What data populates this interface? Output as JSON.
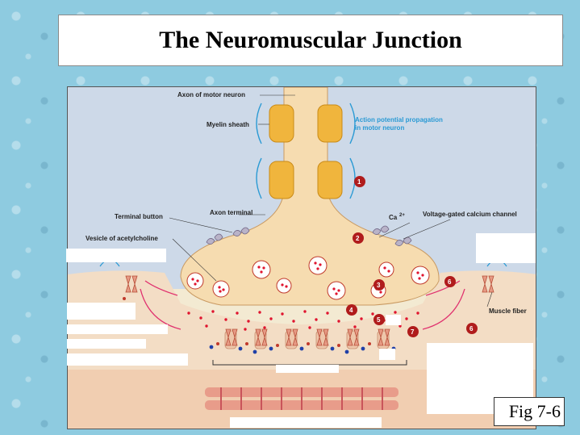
{
  "title": "The Neuromuscular Junction",
  "figure_label": "Fig 7-6",
  "labels": {
    "axon": "Axon of motor neuron",
    "myelin": "Myelin sheath",
    "ap_line1": "Action potential propagation",
    "ap_line2": "in motor neuron",
    "axon_terminal": "Axon terminal",
    "terminal_button": "Terminal button",
    "vesicle": "Vesicle of acetylcholine",
    "ca_channel": "Voltage-gated calcium channel",
    "ca_ion": "Ca",
    "ca_charge": "2+",
    "muscle_fiber": "Muscle fiber"
  },
  "steps": [
    "1",
    "2",
    "3",
    "4",
    "5",
    "6",
    "6",
    "7"
  ],
  "colors": {
    "background": "#8ecbe0",
    "panel_blue": "#cdd9e8",
    "neuron": "#f6dcb0",
    "myelin": "#f0b53d",
    "muscle": "#f0c4a4",
    "ach": "#e0142e",
    "arrow_blue": "#2a9ad4",
    "arrow_pink": "#e0306e",
    "step_badge": "#b01c1c"
  }
}
